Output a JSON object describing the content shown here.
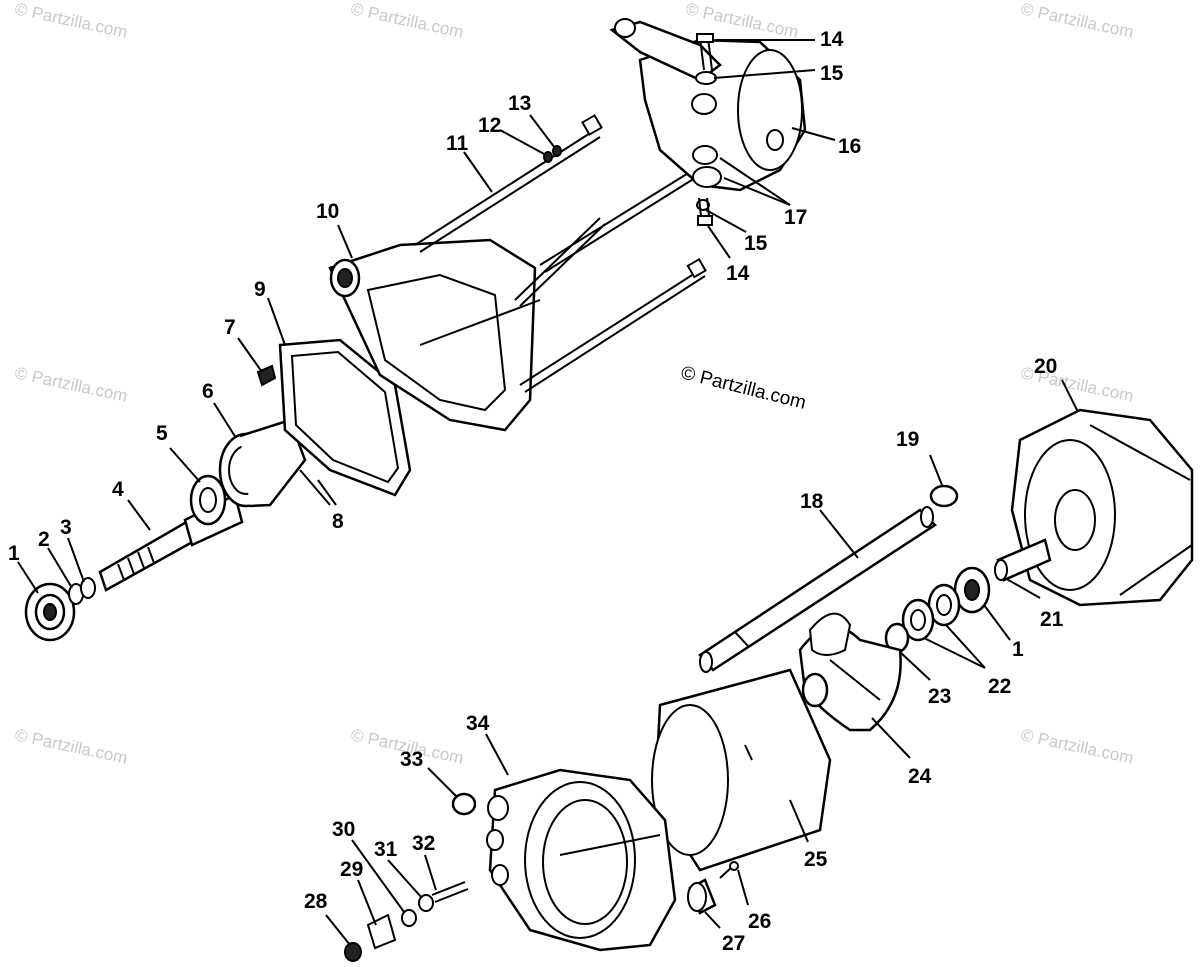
{
  "watermark_text": "© Partzilla.com",
  "center_copyright": "© Partzilla.com",
  "callouts": {
    "c1a": "1",
    "c2": "2",
    "c3": "3",
    "c4": "4",
    "c5": "5",
    "c6": "6",
    "c7": "7",
    "c8": "8",
    "c9": "9",
    "c10": "10",
    "c11": "11",
    "c12": "12",
    "c13": "13",
    "c14a": "14",
    "c15a": "15",
    "c16": "16",
    "c17": "17",
    "c15b": "15",
    "c14b": "14",
    "c18": "18",
    "c19": "19",
    "c20": "20",
    "c21": "21",
    "c1b": "1",
    "c22": "22",
    "c23": "23",
    "c24": "24",
    "c25": "25",
    "c26": "26",
    "c27": "27",
    "c28": "28",
    "c29": "29",
    "c30": "30",
    "c31": "31",
    "c32": "32",
    "c33": "33",
    "c34": "34"
  }
}
